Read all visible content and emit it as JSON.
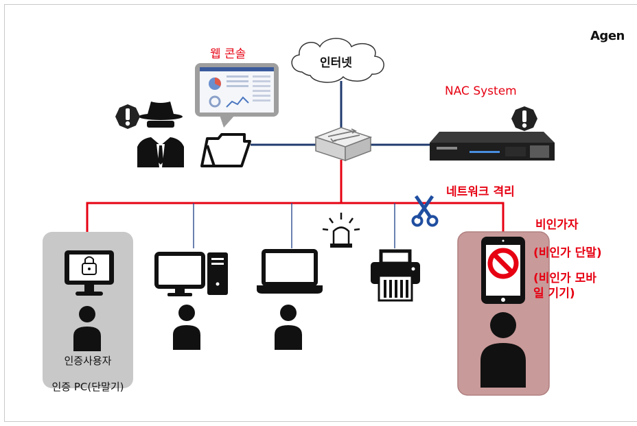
{
  "diagram": {
    "agent_heading": "Agen",
    "web_console_label": "웹 콘솔",
    "internet_label": "인터넷",
    "nac_system_label": "NAC System",
    "network_isolation_label": "네트워크 격리",
    "unauthorized_user_label": "비인가자",
    "unauthorized_terminal_label": "(비인가 단말)",
    "unauthorized_mobile_label": "(비인가 모바일 기기)",
    "authorized_user_label": "인증사용자",
    "authorized_pc_label": "인증 PC(단말기)"
  },
  "colors": {
    "isolated_link": "#e60012",
    "normal_link": "#1f3a6e",
    "lan_link": "#2b4a8f",
    "authorized_panel": "#c8c8c8",
    "unauthorized_panel": "#c99a9a",
    "label_red": "#e60012"
  },
  "icons": [
    "warning-badge-icon",
    "hacker-icon",
    "folder-icon",
    "cloud-icon",
    "network-switch-icon",
    "nac-appliance-icon",
    "scissors-icon",
    "alarm-light-icon",
    "lock-monitor-icon",
    "desktop-pc-icon",
    "laptop-icon",
    "printer-icon",
    "tablet-icon",
    "prohibited-icon",
    "user-icon"
  ]
}
